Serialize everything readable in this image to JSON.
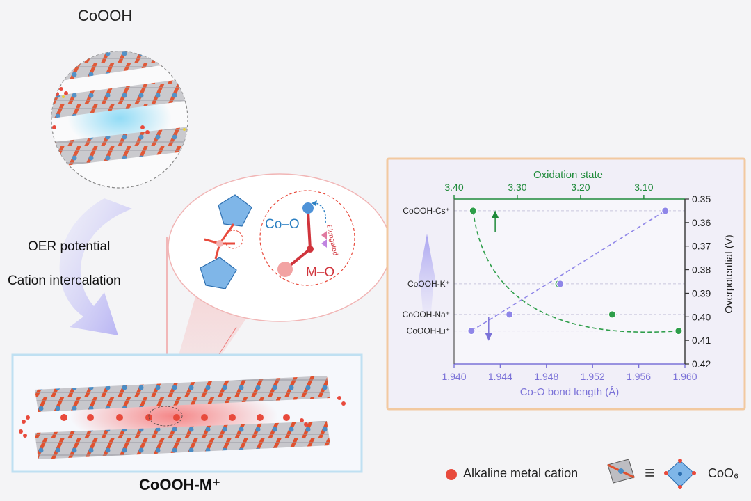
{
  "top_structure": {
    "title": "CoOOH"
  },
  "process": {
    "step1": "OER potential",
    "step2": "Cation intercalation"
  },
  "bottom_structure": {
    "title": "CoOOH-M⁺"
  },
  "zoom_inset": {
    "co_o_label": "Co–O",
    "m_o_label": "M–O",
    "elongated_label": "Elongated"
  },
  "legend": {
    "cation_label": "Alkaline metal cation",
    "equiv_symbol": "≡",
    "coo6_label": "CoO₆"
  },
  "colors": {
    "cation": "#e84a3c",
    "octahedron": "#5b9bd5",
    "green_series": "#2e9e4a",
    "purple_series": "#8f86e8",
    "panel_border": "#f2c9a0"
  },
  "chart_data": {
    "type": "scatter",
    "top_axis": {
      "label": "Oxidation state",
      "ticks": [
        "3.40",
        "3.30",
        "3.20",
        "3.10"
      ],
      "range": [
        3.4,
        3.035
      ],
      "color": "#1f8a3a"
    },
    "bottom_axis": {
      "label": "Co-O bond length (Å)",
      "ticks": [
        "1.940",
        "1.944",
        "1.948",
        "1.952",
        "1.956",
        "1.960"
      ],
      "range": [
        1.94,
        1.96
      ],
      "color": "#7b72d8"
    },
    "right_axis": {
      "label": "Overpotential (V)",
      "ticks": [
        "0.35",
        "0.36",
        "0.37",
        "0.38",
        "0.39",
        "0.40",
        "0.41",
        "0.42"
      ],
      "range": [
        0.35,
        0.42
      ],
      "inverted": true
    },
    "categories": [
      "CoOOH-Cs⁺",
      "CoOOH-K⁺",
      "CoOOH-Na⁺",
      "CoOOH-Li⁺"
    ],
    "category_overpotential": [
      0.355,
      0.386,
      0.399,
      0.406
    ],
    "series": [
      {
        "axis": "top",
        "points": [
          {
            "label": "CoOOH-Cs⁺",
            "x": 3.37,
            "y": 0.355
          },
          {
            "label": "CoOOH-K⁺",
            "x": 3.235,
            "y": 0.386
          },
          {
            "label": "CoOOH-Na⁺",
            "x": 3.15,
            "y": 0.399
          },
          {
            "label": "CoOOH-Li⁺",
            "x": 3.045,
            "y": 0.406
          }
        ]
      },
      {
        "axis": "bottom",
        "points": [
          {
            "label": "CoOOH-Cs⁺",
            "x": 1.9583,
            "y": 0.355
          },
          {
            "label": "CoOOH-K⁺",
            "x": 1.9492,
            "y": 0.386
          },
          {
            "label": "CoOOH-Na⁺",
            "x": 1.9448,
            "y": 0.399
          },
          {
            "label": "CoOOH-Li⁺",
            "x": 1.9415,
            "y": 0.406
          }
        ]
      }
    ],
    "grid": "horizontal dashed at categories",
    "legend": "none"
  }
}
